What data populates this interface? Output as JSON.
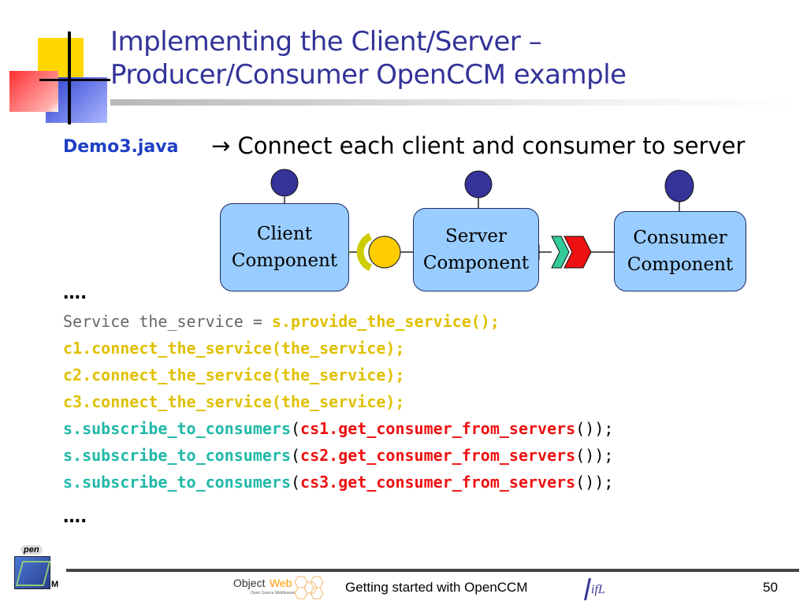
{
  "slide": {
    "title_line1": "Implementing the Client/Server –",
    "title_line2": "Producer/Consumer OpenCCM example",
    "demo_file": "Demo3.java",
    "arrow": "→",
    "subtitle": "Connect each client and consumer to server"
  },
  "diagram": {
    "client_line1": "Client",
    "client_line2": "Component",
    "server_line1": "Server",
    "server_line2": "Component",
    "consumer_line1": "Consumer",
    "consumer_line2": "Component"
  },
  "code": {
    "ellipsis_top": "….",
    "line1_plain": "Service the_service = ",
    "line1_call": "s.provide_the_service();",
    "line2": "c1.connect_the_service(the_service);",
    "line3": "c2.connect_the_service(the_service);",
    "line4": "c3.connect_the_service(the_service);",
    "sub_call": "s.subscribe_to_consumers",
    "open_paren": "(",
    "cs1": "cs1.get_consumer_from_servers",
    "cs2": "cs2.get_consumer_from_servers",
    "cs3": "cs3.get_consumer_from_servers",
    "close": "());",
    "ellipsis_bottom": "…."
  },
  "footer": {
    "text": "Getting started with OpenCCM",
    "page": "50",
    "objectweb_a": "Object",
    "objectweb_b": "Web",
    "objectweb_tag": "Open Source Middleware",
    "open_label": "pen",
    "m_label": "M",
    "ifl_label": "ifL"
  },
  "colors": {
    "title": "#333399",
    "component_fill": "#99ccff",
    "port_fill": "#333399",
    "facet_yellow": "#ffcc00",
    "code_yellow": "#e0c000",
    "code_teal": "#20b8a8",
    "code_red": "#ee1111"
  }
}
